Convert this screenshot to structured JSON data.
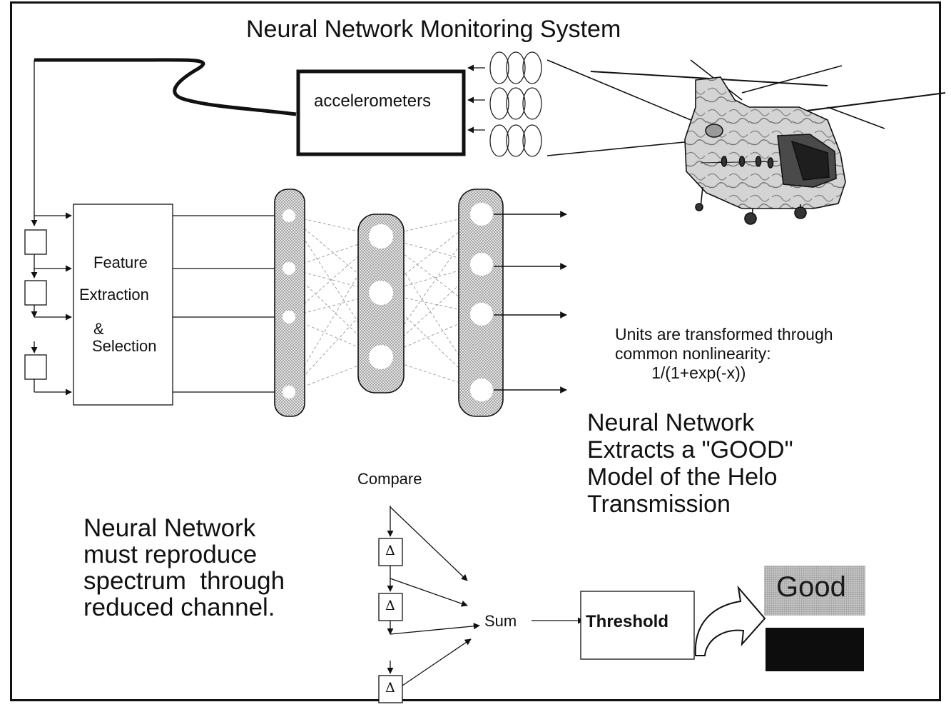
{
  "title": "Neural Network Monitoring System",
  "accelerometers_label": "accelerometers",
  "feature_block": {
    "line1": "Feature",
    "line2": "Extraction",
    "line3": "&",
    "line4": "Selection"
  },
  "nonlinearity_note": "Units are transformed through\ncommon nonlinearity:\n        1/(1+exp(-x))",
  "network_claim": "Neural Network\nExtracts a \"GOOD\"\nModel of the Helo\nTransmission",
  "reproduction_note": "Neural Network\nmust reproduce\nspectrum  through\nreduced channel.",
  "compare_label": "Compare",
  "delta_symbol": "Δ",
  "sum_label": "Sum",
  "threshold_label": "Threshold",
  "good_label": "Good",
  "icons": [
    "helicopter-icon",
    "sensor-wave-icon",
    "curved-arrow-icon"
  ],
  "colors": {
    "ink": "#111111",
    "good_fill": "#c9c9c9",
    "bad_fill": "#0d0d0d"
  }
}
